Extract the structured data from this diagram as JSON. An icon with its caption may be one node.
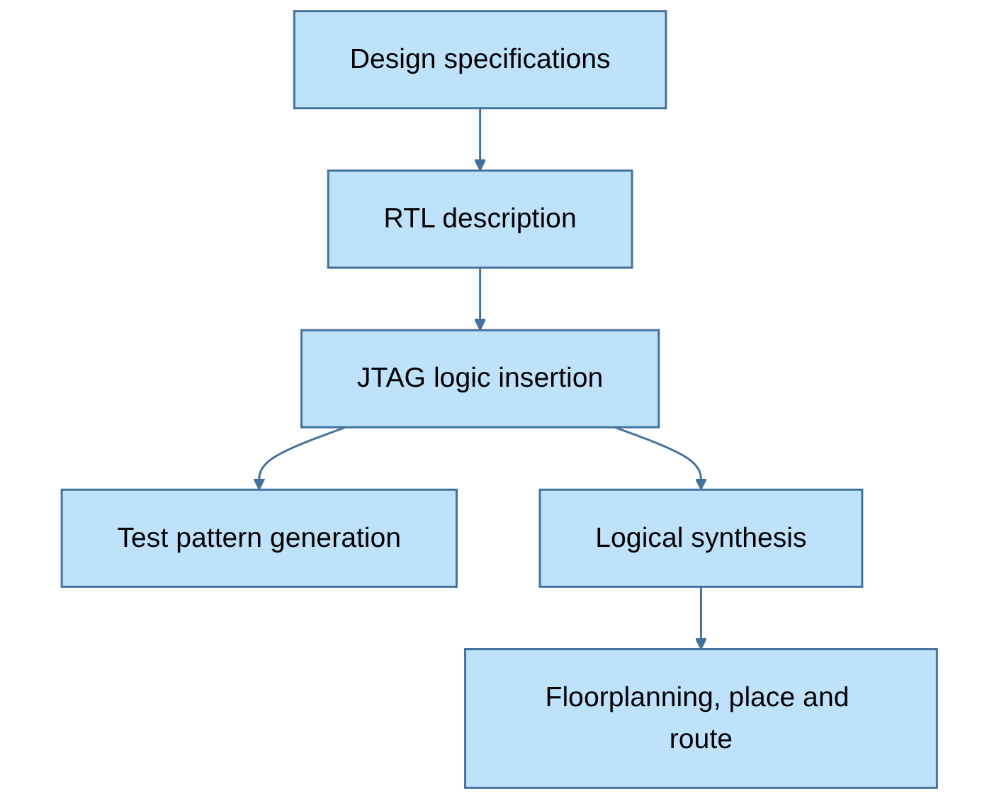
{
  "diagram": {
    "nodes": [
      {
        "text": [
          "Design specifications"
        ]
      },
      {
        "text": [
          "RTL description"
        ]
      },
      {
        "text": [
          "JTAG logic insertion"
        ]
      },
      {
        "text": [
          "Test pattern generation"
        ]
      },
      {
        "text": [
          "Logical synthesis"
        ]
      },
      {
        "text": [
          "Floorplanning, place and route"
        ]
      }
    ],
    "edges": [
      {
        "from": 0,
        "to": 1,
        "arrow": "to"
      },
      {
        "from": 1,
        "to": 2,
        "arrow": "to"
      },
      {
        "from": 2,
        "to": 3,
        "arrow": "to"
      },
      {
        "from": 2,
        "to": 4,
        "arrow": "to"
      },
      {
        "from": 4,
        "to": 5,
        "arrow": "to"
      }
    ]
  }
}
